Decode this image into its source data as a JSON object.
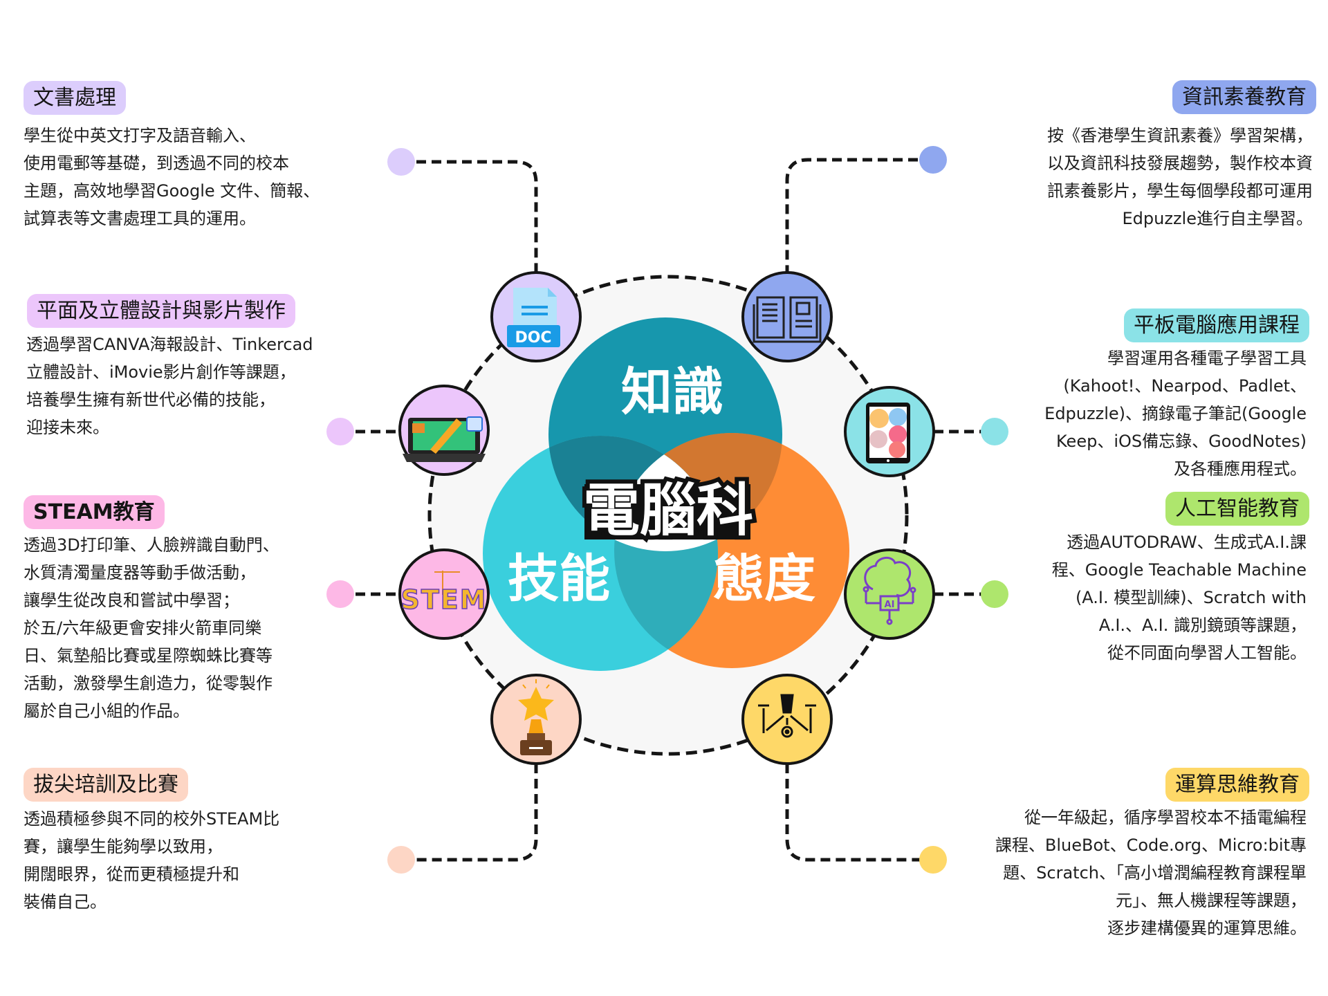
{
  "center": {
    "title": "電腦科",
    "knowledge": "知識",
    "skills": "技能",
    "attitude": "態度"
  },
  "icons": {
    "doc_label": "DOC",
    "ai_label": "AI",
    "stem_label": "STEM"
  },
  "colors": {
    "knowledge": "#1797ad",
    "skills": "#3acfdd",
    "attitude": "#fe8c35"
  },
  "sections": [
    {
      "title": "文書處理",
      "color": "#dccdfc",
      "lines": [
        "學生從中英文打字及語音輸入、",
        "使用電郵等基礎，到透過不同的校本",
        "主題，高效地學習Google 文件、簡報、",
        "試算表等文書處理工具的運用。"
      ]
    },
    {
      "title": "平面及立體設計與影片製作",
      "color": "#ecc6fb",
      "lines": [
        "透過學習CANVA海報設計、Tinkercad",
        "立體設計、iMovie影片創作等課題，",
        "培養學生擁有新世代必備的技能，",
        "迎接未來。"
      ]
    },
    {
      "title": "STEAM教育",
      "color": "#fdb8e6",
      "lines": [
        "透過3D打印筆、人臉辨識自動門、",
        "水質清濁量度器等動手做活動，",
        "讓學生從改良和嘗試中學習；",
        "於五/六年級更會安排火箭車同樂",
        "日、氣墊船比賽或星際蜘蛛比賽等",
        "活動，激發學生創造力，從零製作",
        "屬於自己小組的作品。"
      ]
    },
    {
      "title": "拔尖培訓及比賽",
      "color": "#fdd6c5",
      "lines": [
        "透過積極參與不同的校外STEAM比",
        "賽，讓學生能夠學以致用，",
        "開闊眼界，從而更積極提升和",
        "裝備自己。"
      ]
    },
    {
      "title": "資訊素養教育",
      "color": "#8fa7ef",
      "lines": [
        "按《香港學生資訊素養》學習架構，",
        "以及資訊科技發展趨勢，製作校本資",
        "訊素養影片，學生每個學段都可運用",
        "Edpuzzle進行自主學習。"
      ]
    },
    {
      "title": "平板電腦應用課程",
      "color": "#8be2e7",
      "lines": [
        "學習運用各種電子學習工具",
        "(Kahoot!、Nearpod、Padlet、",
        "Edpuzzle)、摘錄電子筆記(Google",
        "Keep、iOS備忘錄、GoodNotes)",
        "及各種應用程式。"
      ]
    },
    {
      "title": "人工智能教育",
      "color": "#aee66d",
      "lines": [
        "透過AUTODRAW、生成式A.I.課",
        "程、Google Teachable Machine",
        "(A.I. 模型訓練)、Scratch with",
        "A.I.、A.I. 識別鏡頭等課題，",
        "從不同面向學習人工智能。"
      ]
    },
    {
      "title": "運算思維教育",
      "color": "#fed868",
      "lines": [
        "從一年級起，循序學習校本不插電編程",
        "課程、BlueBot、Code.org、Micro:bit專",
        "題、Scratch、「高小增潤編程教育課程單",
        "元」、無人機課程等課題，",
        "逐步建構優異的運算思維。"
      ]
    }
  ]
}
